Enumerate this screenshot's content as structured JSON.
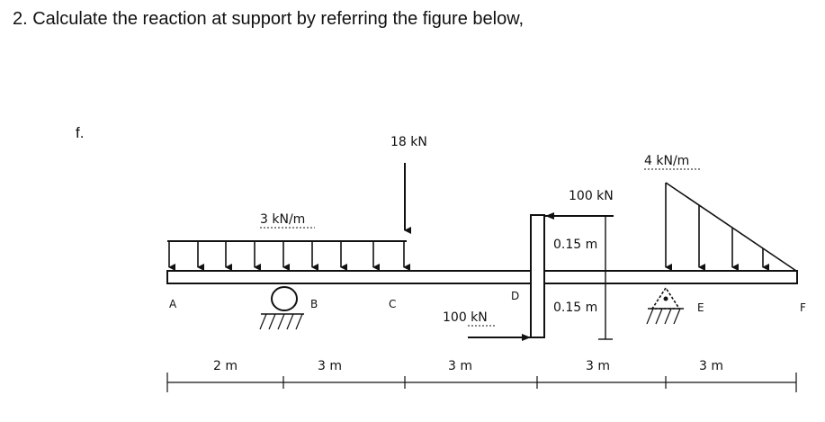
{
  "question": "2.  Calculate the reaction at support by referring the figure below,",
  "subpart": "f.",
  "loads": {
    "udl_left": "3 kN/m",
    "point_load": "18 kN",
    "couple_top": "100 kN",
    "couple_bottom": "100 kN",
    "triangular": "4 kN/m",
    "arm_top": "0.15 m",
    "arm_bottom": "0.15 m"
  },
  "points": {
    "a": "A",
    "b": "B",
    "c": "C",
    "d": "D",
    "e": "E",
    "f": "F"
  },
  "spans": [
    "2 m",
    "3 m",
    "3 m",
    "3 m",
    "3 m"
  ]
}
